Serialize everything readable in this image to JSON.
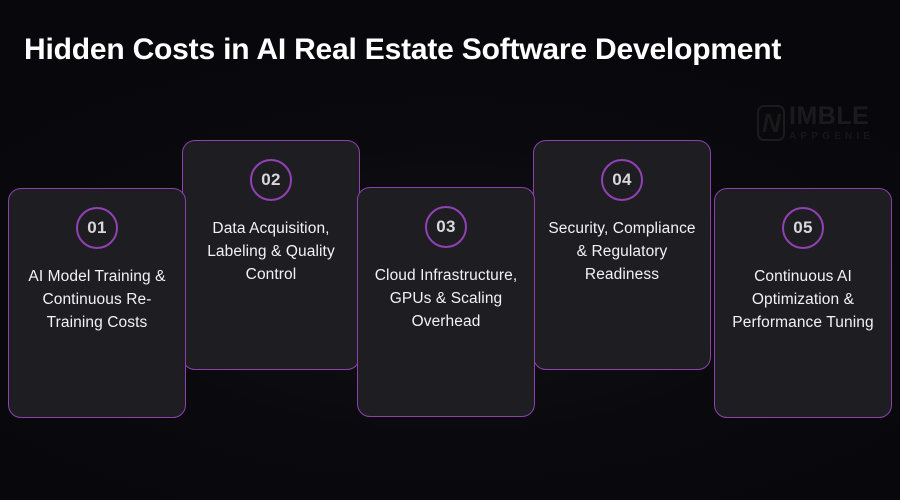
{
  "page": {
    "title": "Hidden Costs in AI Real Estate Software Development",
    "background_color": "#08080c",
    "accent_color": "#8e3fb0",
    "card_background": "#1e1e22",
    "text_color": "#f2f2f4"
  },
  "watermark": {
    "mark_letter": "N",
    "brand": "IMBLE",
    "tagline": "APPGENIE"
  },
  "cards": [
    {
      "number": "01",
      "label": "AI Model Training & Continuous Re-Training Costs"
    },
    {
      "number": "02",
      "label": "Data Acquisition, Labeling & Quality Control"
    },
    {
      "number": "03",
      "label": "Cloud Infrastructure, GPUs & Scaling Overhead"
    },
    {
      "number": "04",
      "label": "Security, Compliance & Regulatory Readiness"
    },
    {
      "number": "05",
      "label": "Continuous AI Optimization & Performance Tuning"
    }
  ]
}
